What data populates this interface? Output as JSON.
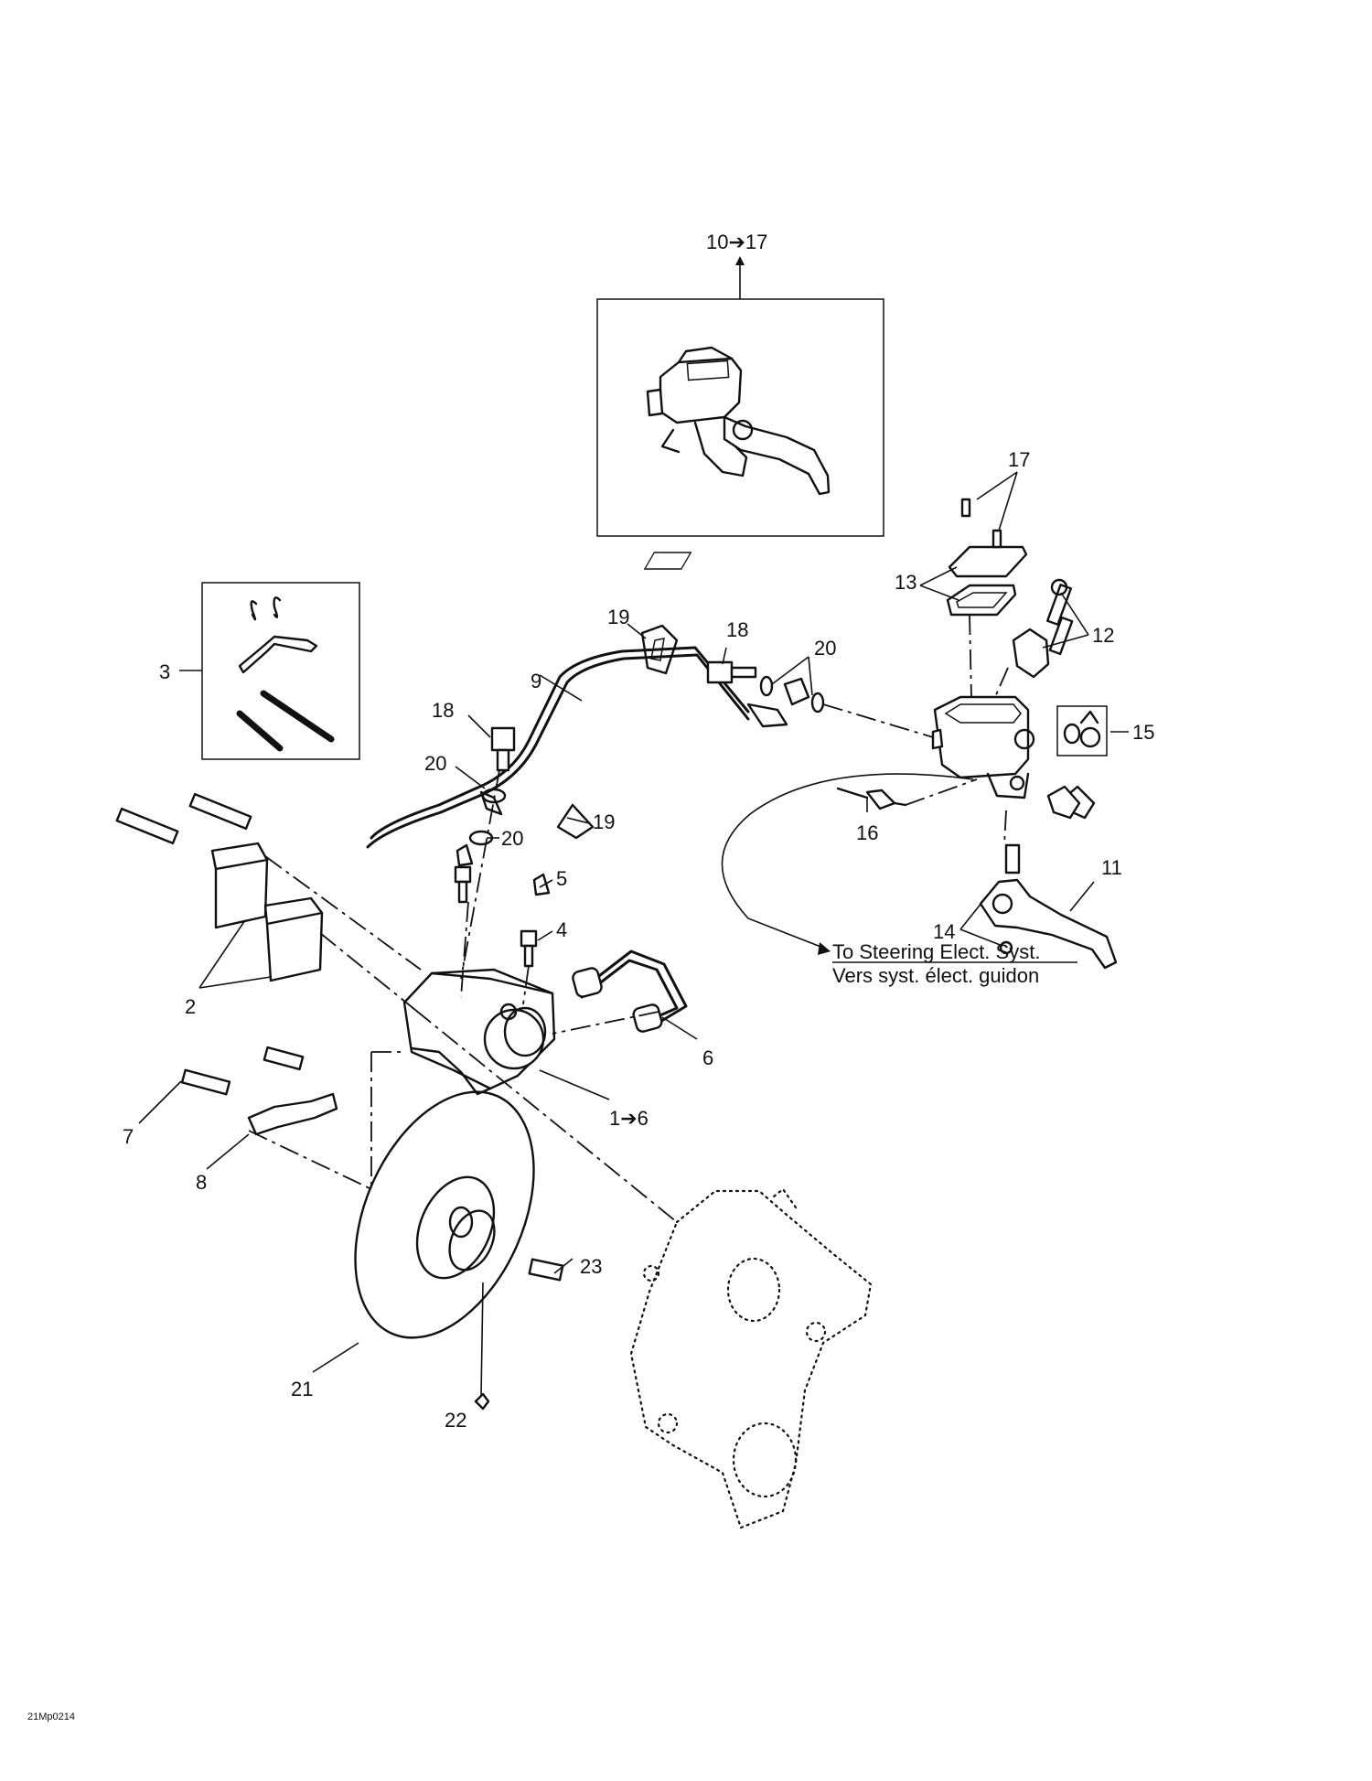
{
  "callouts": {
    "c1to6": "1➔6",
    "c2": "2",
    "c3": "3",
    "c4": "4",
    "c5": "5",
    "c6": "6",
    "c7": "7",
    "c8": "8",
    "c9": "9",
    "c10to17": "10➔17",
    "c11": "11",
    "c12": "12",
    "c13": "13",
    "c14": "14",
    "c15": "15",
    "c16": "16",
    "c17": "17",
    "c18a": "18",
    "c18b": "18",
    "c19a": "19",
    "c19b": "19",
    "c20a": "20",
    "c20b": "20",
    "c20c": "20",
    "c21": "21",
    "c22": "22",
    "c23": "23"
  },
  "note": {
    "line1": "To Steering Elect. Syst.",
    "line2": "Vers syst. élect. guidon"
  },
  "figure_code": "21Mp0214"
}
